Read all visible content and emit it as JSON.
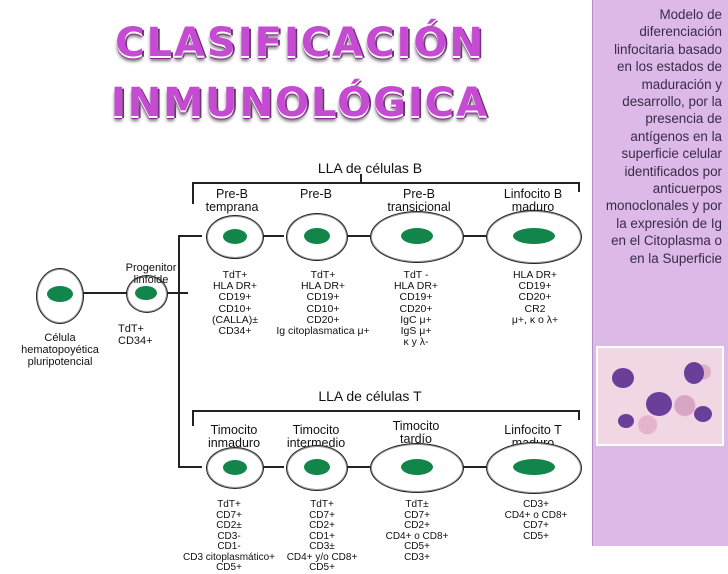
{
  "title": {
    "line1": "CLASIFICACIÓN",
    "line2": "INMUNOLÓGICA"
  },
  "sidebar": {
    "description": "Modelo de diferenciación linfocitaria basado en los estados de maduración y desarrollo, por la presencia de antígenos en la superficie celular identificados por anticuerpos monoclonales y por la expresión de Ig en el Citoplasma o en la Superficie"
  },
  "diagram": {
    "stem_cell": {
      "name": "Célula hematopoyética pluripotencial",
      "markers": "TdT+\nCD34+"
    },
    "lymphoid_progenitor": {
      "name": "Progenitor linfoide"
    },
    "b_branch": {
      "title": "LLA de células B",
      "stages": [
        {
          "name": "Pre-B temprana",
          "markers": "TdT+\nHLA DR+\nCD19+\nCD10+\n(CALLA)±\nCD34+"
        },
        {
          "name": "Pre-B",
          "markers": "TdT+\nHLA DR+\nCD19+\nCD10+\nCD20+\nIg citoplasmatica μ+"
        },
        {
          "name": "Pre-B transicional",
          "markers": "TdT -\nHLA DR+\nCD19+\nCD20+\nIgC μ+\nIgS μ+\nκ y λ-"
        },
        {
          "name": "Linfocito B maduro",
          "markers": "HLA DR+\nCD19+\nCD20+\nCR2\nμ+, κ o λ+"
        }
      ]
    },
    "t_branch": {
      "title": "LLA de células T",
      "stages": [
        {
          "name": "Timocito inmaduro",
          "markers": "TdT+\nCD7+\nCD2±\nCD3-\nCD1-\nCD3 citoplasmático+\nCD5+"
        },
        {
          "name": "Timocito intermedio",
          "markers": "TdT+\nCD7+\nCD2+\nCD1+\nCD3±\nCD4+ y/o CD8+\nCD5+"
        },
        {
          "name": "Timocito tardío",
          "markers": "TdT±\nCD7+\nCD2+\nCD4+ o CD8+\nCD5+\nCD3+"
        },
        {
          "name": "Linfocito T maduro",
          "markers": "CD3+\nCD4+ o CD8+\nCD7+\nCD5+"
        }
      ]
    }
  },
  "colors": {
    "title": "#c44bd2",
    "nucleus": "#12854a",
    "panel": "#dcb9e6"
  }
}
